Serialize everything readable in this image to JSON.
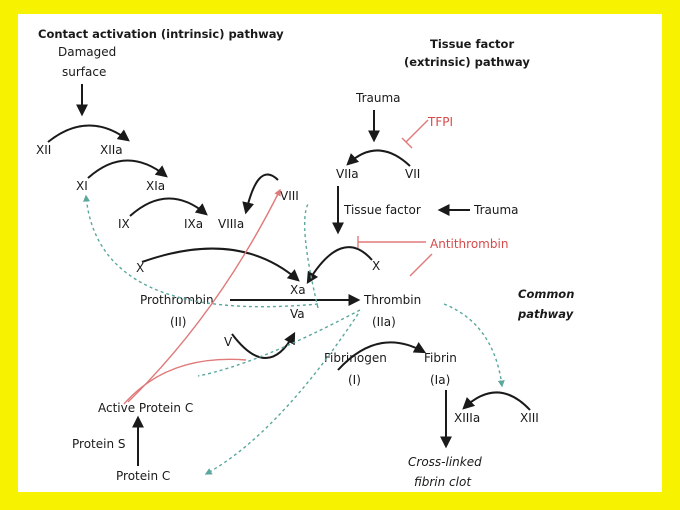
{
  "headings": {
    "intrinsic": "Contact activation (intrinsic) pathway",
    "extrinsic_1": "Tissue factor",
    "extrinsic_2": "(extrinsic) pathway",
    "common_1": "Common",
    "common_2": "pathway"
  },
  "nodes": {
    "damaged_1": "Damaged",
    "damaged_2": "surface",
    "xii": "XII",
    "xiia": "XIIa",
    "xi": "XI",
    "xia": "XIa",
    "ix": "IX",
    "ixa": "IXa",
    "viiia": "VIIIa",
    "viii": "VIII",
    "trauma_top": "Trauma",
    "tfpi": "TFPI",
    "viia": "VIIa",
    "vii": "VII",
    "tissue_factor": "Tissue factor",
    "trauma_right": "Trauma",
    "antithrombin": "Antithrombin",
    "x_left": "X",
    "x_right": "X",
    "xa": "Xa",
    "va": "Va",
    "prothrombin": "Prothrombin",
    "prothrombin_ii": "(II)",
    "thrombin": "Thrombin",
    "thrombin_iia": "(IIa)",
    "v": "V",
    "fibrinogen": "Fibrinogen",
    "fibrinogen_i": "(I)",
    "fibrin": "Fibrin",
    "fibrin_ia": "(Ia)",
    "xiiia": "XIIIa",
    "xiii": "XIII",
    "active_protein_c": "Active Protein C",
    "protein_s": "Protein S",
    "protein_c": "Protein C",
    "crosslinked_1": "Cross-linked",
    "crosslinked_2": "fibrin clot"
  },
  "colors": {
    "frame": "#f7f200",
    "activation": "#1a1a1a",
    "inhibition": "#d84a4a",
    "feedback": "#5aa79d"
  }
}
